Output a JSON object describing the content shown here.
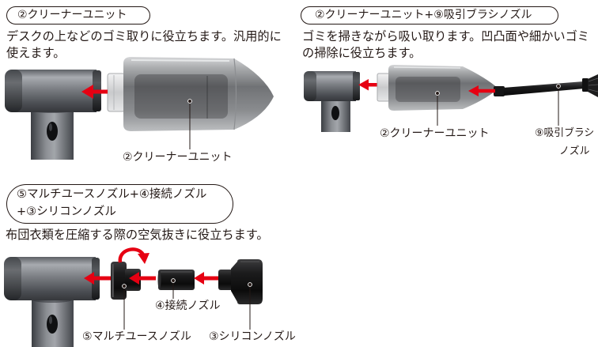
{
  "colors": {
    "background": "#ffffff",
    "text": "#231815",
    "arrow": "#e60012"
  },
  "icons": {
    "insert_arrow": "arrow-left-icon",
    "rotate_arrow": "rotate-arrow-icon"
  },
  "sections": {
    "cleaner_unit": {
      "title": "②クリーナーユニット",
      "description": [
        "デスクの上などのゴミ取りに役立ちます。汎用的に",
        "使えます。"
      ],
      "labels": {
        "cleaner_unit": "②クリーナーユニット"
      }
    },
    "cleaner_brush": {
      "title": "②クリーナーユニット+⑨吸引ブラシノズル",
      "description": [
        "ゴミを掃きながら吸い取ります。凹凸面や細かいゴミ",
        "の掃除に役立ちます。"
      ],
      "labels": {
        "cleaner_unit": "②クリーナーユニット",
        "brush_nozzle": [
          "⑨吸引ブラシ",
          "ノズル"
        ]
      }
    },
    "compression": {
      "title": [
        "⑤マルチユースノズル+④接続ノズル",
        "+③シリコンノズル"
      ],
      "description": [
        "布団衣類を圧縮する際の空気抜きに役立ちます。"
      ],
      "labels": {
        "connection_nozzle": "④接続ノズル",
        "multi_use_nozzle": "⑤マルチユースノズル",
        "silicone_nozzle": "③シリコンノズル"
      }
    }
  }
}
